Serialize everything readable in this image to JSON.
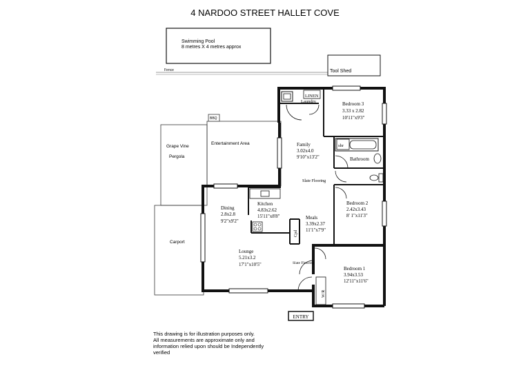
{
  "title": "4 NARDOO STREET  HALLET COVE",
  "pool": {
    "line1": "Swimming Pool",
    "line2": "8 metres  X 4 metres approx"
  },
  "fence": "Fence",
  "tool_shed": "Tool Shed",
  "bbq": "BBQ",
  "entertainment_area": "Entertainment Area",
  "grape_vine": "Grape Vine",
  "pergola": "Pergola",
  "carport": "Carport",
  "linen": "LINEN",
  "laundry": "Laundry",
  "bedroom3": {
    "name": "Bedroom 3",
    "metric": "3.33 x 2.82",
    "imperial": "10'11\"x9'3\""
  },
  "family": {
    "name": "Family",
    "metric": "3.02x4.0",
    "imperial": "9'10\"x13'2\""
  },
  "shr": "shr",
  "bathroom": "Bathroom",
  "slate_flooring_upper": "Slate Flooring",
  "dining": {
    "name": "Dining",
    "metric": "2.8x2.8",
    "imperial": "9'2\"x9'2\""
  },
  "kitchen": {
    "name": "Kitchen",
    "metric": "4.83x2.62",
    "imperial": "15'11\"x8'8\""
  },
  "bedroom2": {
    "name": "Bedroom 2",
    "metric": "2.42x3.43",
    "imperial": "8' 1\"x11'3\""
  },
  "meals": {
    "name": "Meals",
    "metric": "3.39x2.37",
    "imperial": "11'1\"x7'9\""
  },
  "cpd": "Cpd",
  "lounge": {
    "name": "Lounge",
    "metric": "5.21x3.2",
    "imperial": "17'1\"x10'5\""
  },
  "slate_flooring_lower": "Slate Flooring",
  "bedroom1": {
    "name": "Bedroom 1",
    "metric": "3.94x3.53",
    "imperial": "12'11\"x11'6\""
  },
  "wir": "W/R",
  "entry": "ENTRY",
  "disclaimer": [
    "This drawing is for illustration purposes only.",
    "All measurements are approximate only and",
    "information relied upon should be Independently",
    "verified"
  ]
}
